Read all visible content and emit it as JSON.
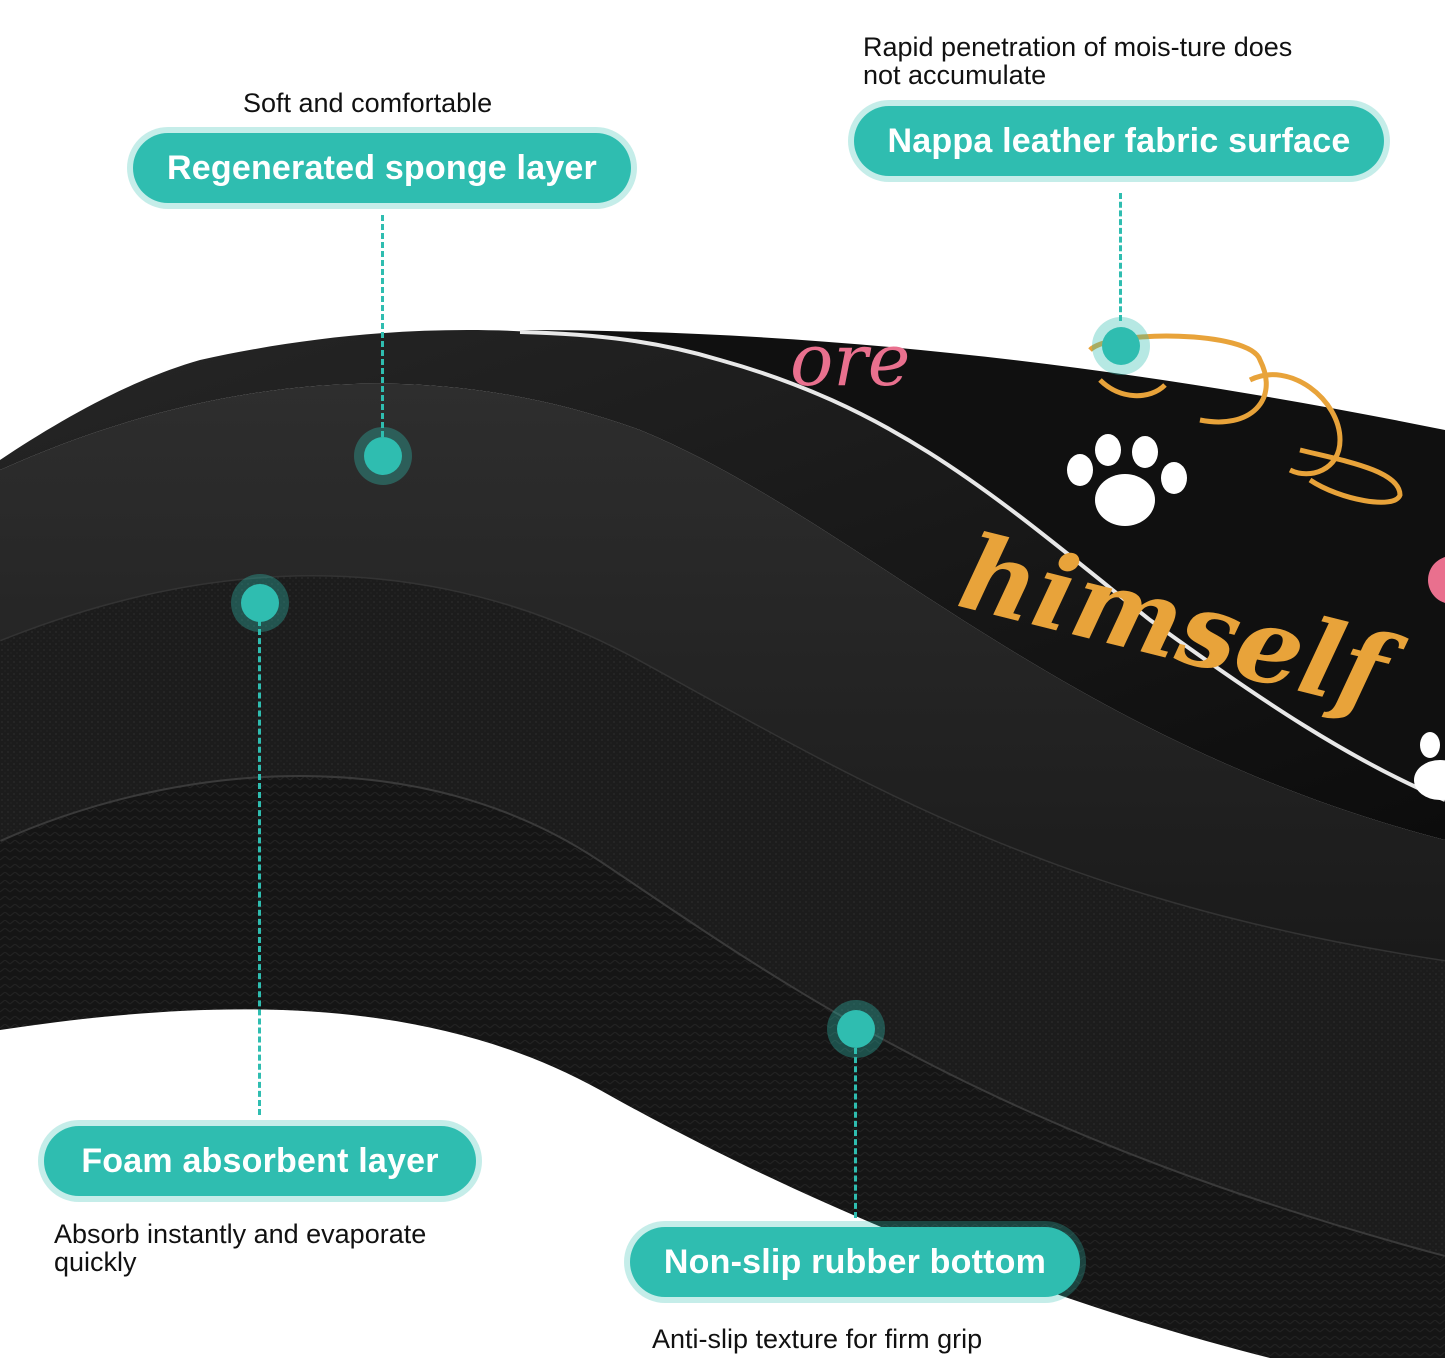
{
  "callouts": {
    "sponge": {
      "title": "Regenerated sponge layer",
      "caption": "Soft and comfortable"
    },
    "nappa": {
      "title": "Nappa leather fabric surface",
      "caption_line1": "Rapid penetration of mois-ture does",
      "caption_line2": "not accumulate"
    },
    "foam": {
      "title": "Foam absorbent layer",
      "caption_line1": "Absorb instantly and evaporate",
      "caption_line2": "quickly"
    },
    "rubber": {
      "title": "Non-slip rubber bottom",
      "caption": "Anti-slip texture for firm grip"
    }
  },
  "product_print": {
    "word_top": "ore",
    "word_main": "himself"
  },
  "colors": {
    "accent": "#2fbdb0",
    "mat_black": "#141414",
    "print_gold": "#e8a33a",
    "print_pink": "#e9708e"
  }
}
